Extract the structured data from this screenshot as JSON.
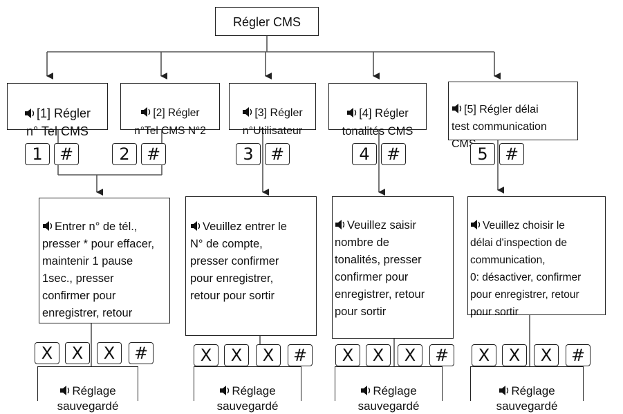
{
  "root": {
    "label": "Régler CMS"
  },
  "options": [
    {
      "label": "[1] Régler\nn° Tel CMS"
    },
    {
      "label": "[2] Régler\nn°Tel CMS N°2"
    },
    {
      "label": "[3] Régler\nn°Utilisateur"
    },
    {
      "label": "[4] Régler\ntonalités CMS"
    },
    {
      "label": "[5] Régler délai\ntest communication\nCMS"
    }
  ],
  "keys": {
    "k1": "1",
    "k2": "2",
    "k3": "3",
    "k4": "4",
    "k5": "5",
    "hash": "#",
    "x": "X"
  },
  "prompts": [
    {
      "text": "Entrer n° de tél.,\npresser * pour effacer,\nmaintenir 1 pause\n1sec., presser\nconfirmer pour\nenregistrer, retour"
    },
    {
      "text": "Veuillez entrer le\nN° de compte,\npresser confirmer\npour enregistrer,\nretour pour sortir"
    },
    {
      "text": "Veuillez saisir\nnombre de\ntonalités, presser\nconfirmer pour\nenregistrer, retour\npour sortir"
    },
    {
      "text": "Veuillez choisir le\ndélai d'inspection de\ncommunication,\n0: désactiver, confirmer\npour enregistrer, retour\npour sortir"
    }
  ],
  "saved": {
    "label": "Réglage\nsauvegardé"
  }
}
